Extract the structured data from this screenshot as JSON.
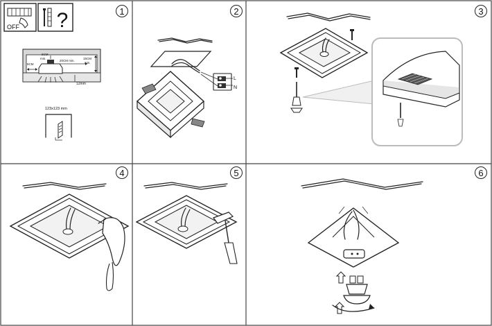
{
  "steps": [
    {
      "number": "1"
    },
    {
      "number": "2"
    },
    {
      "number": "3"
    },
    {
      "number": "4"
    },
    {
      "number": "5"
    },
    {
      "number": "6"
    }
  ],
  "step1": {
    "off_label": "OFF",
    "question_mark": "?",
    "dim_left": "5CM",
    "dim_top_a": "6CM",
    "dim_top_b": "min.",
    "dim_side": "20CM min.",
    "dim_right_a": "15CM",
    "dim_right_b": "min.",
    "dim_depth": "12mm",
    "cutout_label": "123x123 mm"
  },
  "step2": {
    "terminal_l": "L",
    "terminal_n": "N"
  },
  "icons": [
    "power-switch-icon",
    "screw-icon",
    "wall-plug-icon",
    "question-icon"
  ]
}
